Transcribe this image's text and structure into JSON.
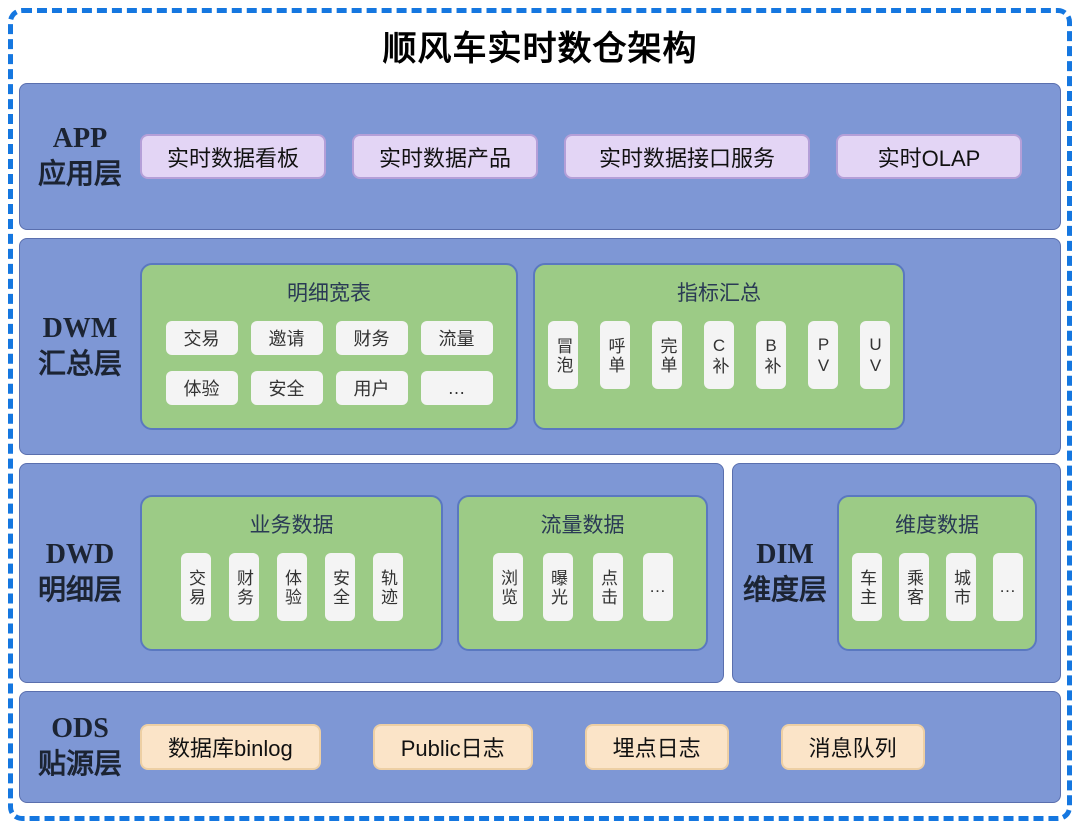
{
  "title": "顺风车实时数仓架构",
  "layers": {
    "app": {
      "label_en": "APP",
      "label_zh": "应用层",
      "items": [
        "实时数据看板",
        "实时数据产品",
        "实时数据接口服务",
        "实时OLAP"
      ]
    },
    "dwm": {
      "label_en": "DWM",
      "label_zh": "汇总层",
      "groups": [
        {
          "title": "明细宽表",
          "rows": [
            [
              "交易",
              "邀请",
              "财务",
              "流量"
            ],
            [
              "体验",
              "安全",
              "用户",
              "…"
            ]
          ]
        },
        {
          "title": "指标汇总",
          "chips": [
            "冒泡",
            "呼单",
            "完单",
            "C补",
            "B补",
            "PV",
            "UV"
          ]
        }
      ]
    },
    "dwd": {
      "label_en": "DWD",
      "label_zh": "明细层",
      "groups": [
        {
          "title": "业务数据",
          "chips": [
            "交易",
            "财务",
            "体验",
            "安全",
            "轨迹"
          ]
        },
        {
          "title": "流量数据",
          "chips": [
            "浏览",
            "曝光",
            "点击",
            "…"
          ]
        }
      ]
    },
    "dim": {
      "label_en": "DIM",
      "label_zh": "维度层",
      "groups": [
        {
          "title": "维度数据",
          "chips": [
            "车主",
            "乘客",
            "城市",
            "…"
          ]
        }
      ]
    },
    "ods": {
      "label_en": "ODS",
      "label_zh": "贴源层",
      "items": [
        "数据库binlog",
        "Public日志",
        "埋点日志",
        "消息队列"
      ]
    }
  },
  "colors": {
    "outer_dashed_border": "#1577e0",
    "band_blue": "#7e97d5",
    "purple_fill": "#e3d5f5",
    "purple_border": "#b49fd8",
    "green_fill": "#9ccb86",
    "green_border": "#5a78c0",
    "chip_fill": "#f4f4f4",
    "peach_fill": "#fbe4c8",
    "peach_border": "#edcfa4",
    "label_text": "#1c2433"
  }
}
